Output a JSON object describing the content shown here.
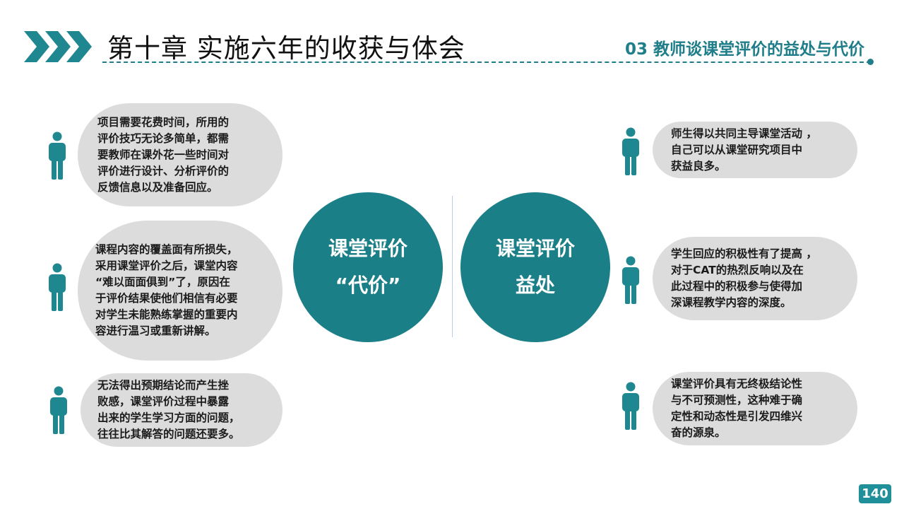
{
  "header": {
    "chapter_title": "第十章  实施六年的收获与体会",
    "section_title": "03 教师谈课堂评价的益处与代价"
  },
  "center": {
    "cost_line1": "课堂评价",
    "cost_line2": "“代价”",
    "benefit_line1": "课堂评价",
    "benefit_line2": "益处"
  },
  "costs": [
    {
      "text": "项目需要花费时间，所用的\n评价技巧无论多简单，都需\n要教师在课外花一些时间对\n评价进行设计、分析评价的\n反馈信息以及准备回应。"
    },
    {
      "text": "课程内容的覆盖面有所损失，\n采用课堂评价之后，课堂内容\n“难以面面俱到”了，原因在\n于评价结果使他们相信有必要\n对学生未能熟练掌握的重要内\n容进行温习或重新讲解。"
    },
    {
      "text": "无法得出预期结论而产生挫\n败感，课堂评价过程中暴露\n出来的学生学习方面的问题，\n往往比其解答的问题还要多。"
    }
  ],
  "benefits": [
    {
      "text": "师生得以共同主导课堂活动 ，\n自己可以从课堂研究项目中\n获益良多。"
    },
    {
      "text": "学生回应的积极性有了提高 ，\n对于CAT的热烈反响以及在\n此过程中的积极参与使得加\n深课程教学内容的深度。"
    },
    {
      "text": "课堂评价具有无终极结论性\n与不可预测性，这种难于确\n定性和动态性是引发四维兴\n奋的源泉。"
    }
  ],
  "page_number": "140",
  "colors": {
    "accent": "#1f7e89",
    "circle": "#1b7f88",
    "bubble": "#dcdcdc"
  }
}
